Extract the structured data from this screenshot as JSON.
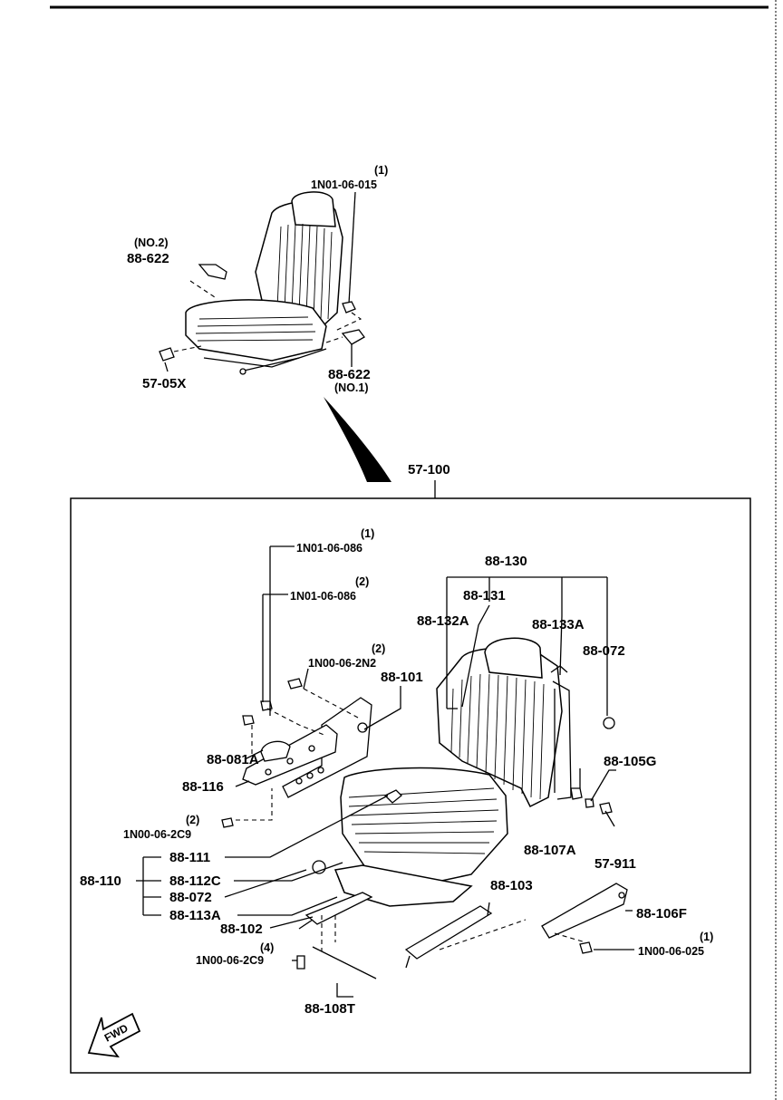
{
  "labels": {
    "top_1n01_06_015": "1N01-06-015",
    "top_1n01_06_015_qty": "(1)",
    "top_88_622_no2": "88-622",
    "top_88_622_no2_qty": "(NO.2)",
    "top_57_05x": "57-05X",
    "top_88_622_no1": "88-622",
    "top_88_622_no1_qty": "(NO.1)",
    "assembly_57_100": "57-100",
    "p_1n01_06_086_a": "1N01-06-086",
    "p_1n01_06_086_a_qty": "(1)",
    "p_1n01_06_086_b": "1N01-06-086",
    "p_1n01_06_086_b_qty": "(2)",
    "p_1n00_06_2n2": "1N00-06-2N2",
    "p_1n00_06_2n2_qty": "(2)",
    "p_88_101": "88-101",
    "p_88_081a": "88-081A",
    "p_88_116": "88-116",
    "p_1n00_06_2c9_a": "1N00-06-2C9",
    "p_1n00_06_2c9_a_qty": "(2)",
    "p_88_111": "88-111",
    "p_88_110": "88-110",
    "p_88_112c": "88-112C",
    "p_88_072_lower": "88-072",
    "p_88_113a": "88-113A",
    "p_88_102": "88-102",
    "p_1n00_06_2c9_b": "1N00-06-2C9",
    "p_1n00_06_2c9_b_qty": "(4)",
    "p_88_108t": "88-108T",
    "p_88_130": "88-130",
    "p_88_131": "88-131",
    "p_88_132a": "88-132A",
    "p_88_133a": "88-133A",
    "p_88_072_upper": "88-072",
    "p_88_105g": "88-105G",
    "p_88_107a": "88-107A",
    "p_57_911": "57-911",
    "p_88_103": "88-103",
    "p_88_106f": "88-106F",
    "p_1n00_06_025": "1N00-06-025",
    "p_1n00_06_025_qty": "(1)",
    "fwd": "FWD"
  }
}
